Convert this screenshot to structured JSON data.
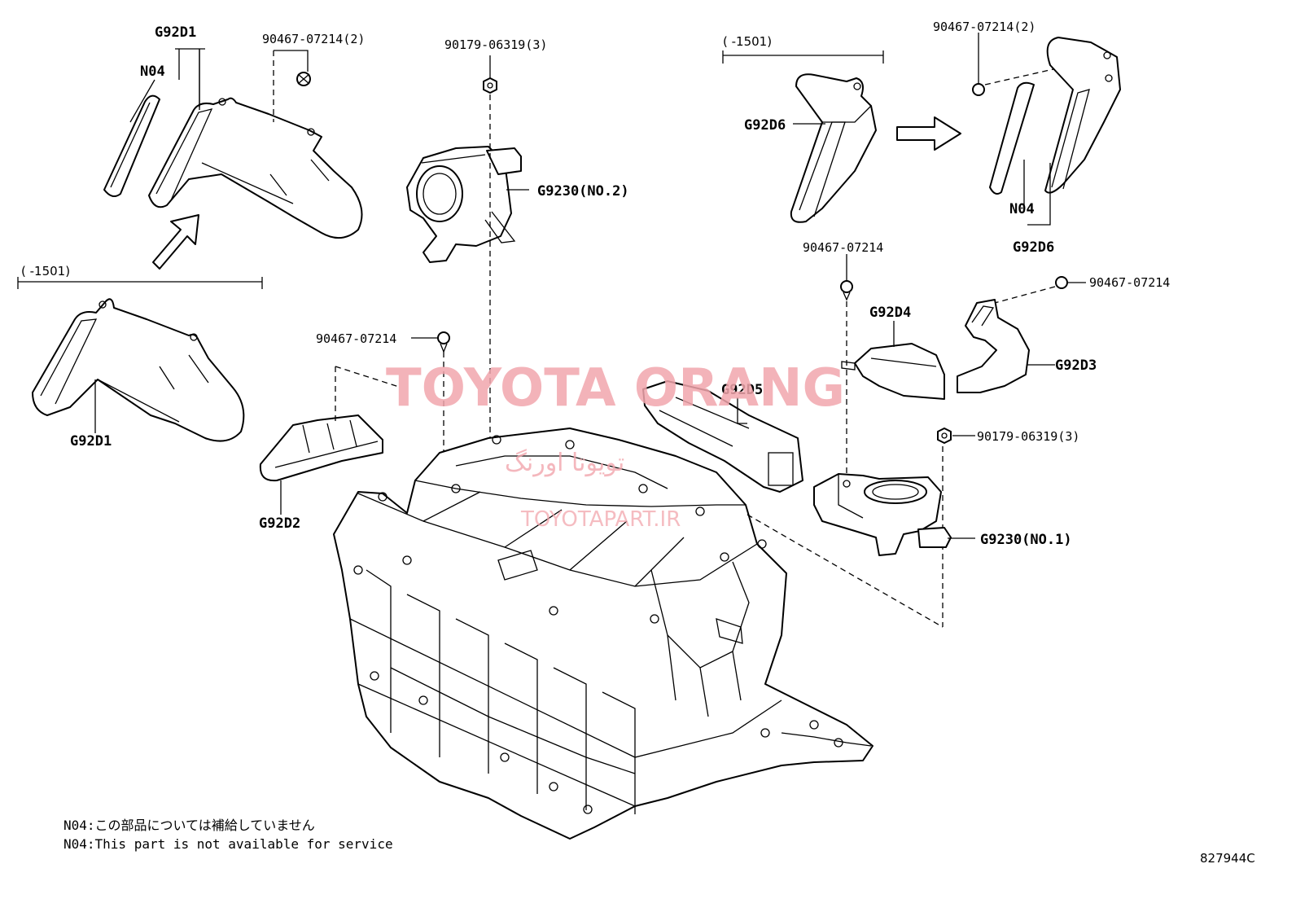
{
  "labels": {
    "g92d1_top": "G92D1",
    "n04_top": "N04",
    "screw_top_left": "90467-07214(2)",
    "nut_top_center": "90179-06319(3)",
    "range_top_right": "(    -1501)",
    "screw_top_right": "90467-07214(2)",
    "g92d6_left": "G92D6",
    "g9230_no2": "G9230(NO.2)",
    "range_left": "(    -1501)",
    "g92d1_bottom": "G92D1",
    "screw_mid_right": "90467-07214",
    "n04_right": "N04",
    "g92d6_right": "G92D6",
    "screw_g92d3": "90467-07214",
    "g92d4": "G92D4",
    "g92d3": "G92D3",
    "screw_center": "90467-07214",
    "g92d5": "G92D5",
    "g92d2": "G92D2",
    "nut_right": "90179-06319(3)",
    "g9230_no1": "G9230(NO.1)"
  },
  "notes": {
    "jp": "N04:この部品については補給していません",
    "en": "N04:This part is not available for service"
  },
  "diagram_code": "827944C",
  "watermark": {
    "line1": "TOYOTA ORANG",
    "line2": "تویوتا اورنگ",
    "line3": "TOYOTAPART.IR"
  }
}
